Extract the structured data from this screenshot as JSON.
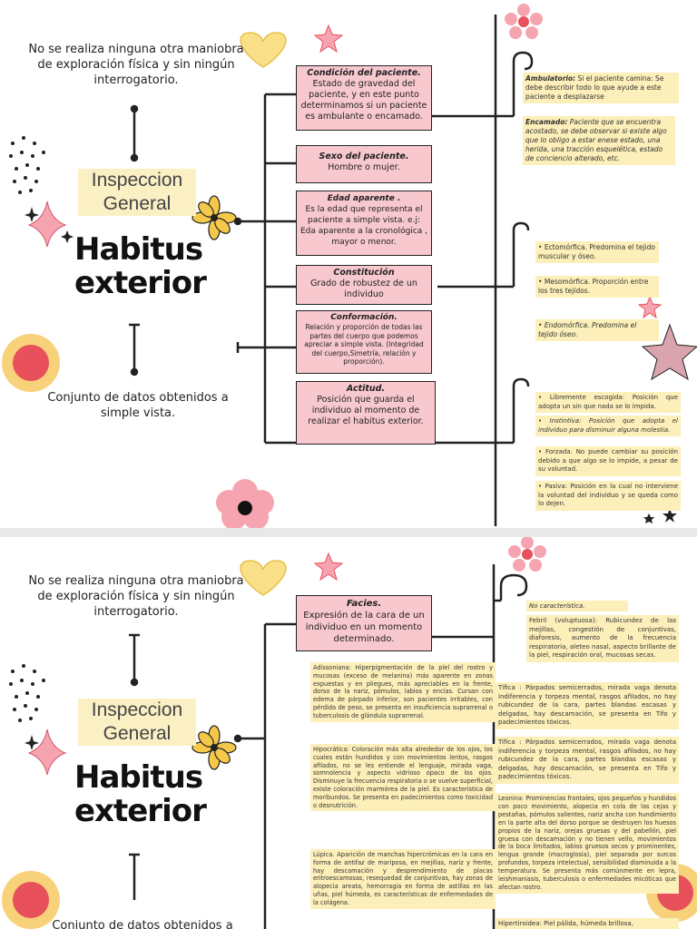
{
  "left": {
    "intro": "No se realiza ninguna otra maniobra de exploración física y sin ningún interrogatorio.",
    "title_small": "Inspeccion General",
    "title_big_1": "Habitus",
    "title_big_2": "exterior",
    "outro": "Conjunto de datos obtenidos a simple vista."
  },
  "page1": {
    "boxes": [
      {
        "head": "Condición del paciente.",
        "body": "Estado de gravedad del paciente, y en este punto determinamos si un paciente es ambulante o encamado."
      },
      {
        "head": "Sexo del paciente.",
        "body": "Hombre o mujer."
      },
      {
        "head": "Edad aparente .",
        "body": "Es la edad que representa el paciente a simple vista. e.j: Eda aparente a la cronológica , mayor o menor."
      },
      {
        "head": "Constitución",
        "body": "Grado de robustez de un individuo"
      },
      {
        "head": "Conformación.",
        "body": "Relación y proporción de todas las partes del cuerpo que podemos apreciar a simple vista. (Integridad del cuerpo,Simetría, relación y proporción)."
      },
      {
        "head": "Actitud.",
        "body": "Posición que guarda el individuo al momento de realizar el habitus exterior."
      }
    ],
    "notes_condicion": [
      {
        "label": "Ambulatorio:",
        "text": " Si el paciente camina: Se debe describir todo lo que ayude a este paciente a desplazarse"
      },
      {
        "label": "Encamado:",
        "text": " Paciente que se encuentra acostado, se debe observar si existe algo que lo obligo a estar enese estado, una herida, una tracción esquelética, estado de conciencio alterado, etc."
      }
    ],
    "notes_constitucion": [
      "Ectomórfica. Predomina el tejido muscular y óseo.",
      "Mesomórfica. Proporción entre los tres tejidos.",
      "Endomórfica. Predomina el tejido óseo."
    ],
    "notes_actitud": [
      "Libremente escogida: Posición que adopta un sin que nada se lo impida.",
      "Instintiva: Posición que adopta el individuo para disminuir alguna molestia.",
      "Forzada. No puede cambiar su posición debido a que algo se lo impide, a pesar de su voluntad.",
      "Pasiva: Posición en la cual no interviene la voluntad del individuo y se queda como lo dejen."
    ]
  },
  "page2": {
    "box": {
      "head": "Facies.",
      "body": "Expresión de la cara de un individuo en un momento determinado."
    },
    "left_notes": [
      "Adissoniana: Hiperpigmentación de la piel del rostro y mucosas (exceso de melanina) más aparente en zonas expuestas y en pliegues, más apreciables en la frente, dorso de la nariz, pómulos, labios y encías. Cursan con edema de párpado inferior, son pacientes irritables, con pérdida de peso, se presenta en insuficiencia suprarrenal o tuberculosis de glándula suprarrenal.",
      "Hipocrática: Coloración más alta alrededor de los ojos, los cuales están hundidos y con movimientos lentos, rasgos afilados, no se les entiende el lenguaje, mirada vaga, somnolencia y aspecto vidrioso opaco de los ojos. Disminuye la frecuencia respiratoria o se vuelve superficial, existe coloración marmórea de la piel. Es característica de moribundos. Se presenta en padecimientos como toxicidad o desnutrición.",
      "Lúpica. Aparición de manchas hipercrómicas en la cara en forma de antifaz de mariposa, en mejillas, nariz y frente, hay descamación y desprendimiento de placas eritroescamosas, resequedad de conjuntivas, hay zonas de alopecia areata, hemorragia en forma de astillas en las uñas, piel húmeda, es características de enfermedades de la colágena."
    ],
    "right_notes": [
      "No característica.",
      "Febril (voluptuosa): Rubicundez de las mejillas, congestión de conjuntivas, diaforesis, aumento de la frecuencia respiratoria, aleteo nasal, aspecto brillante de la piel, respiración oral, mucosas secas.",
      "Tífica : Párpados semicerrados, mirada vaga denota indiferencia y torpeza mental, rasgos afilados, no hay rubicundez de la cara, partes blandas escasas y delgadas, hay descamación, se presenta en Tifo y padecimientos tóxicos.",
      "Tifica : Párpados semicerrados, mirada vaga denota indiferencia y torpeza mental, rasgos afilados, no hay rubicundez de la cara, partes blandas escasas y delgadas, hay descamación, se presenta en Tifo y padecimientos tóxicos.",
      "Leonina: Prominencias frontales, ojos pequeños y hundidos con poco movimiento, alopecia en cola de las cejas y pestañas, pómulos salientes, nariz ancha con hundimiento en la parte alta del dorso porque se destruyen los huesos propios de la nariz, orejas gruesas y del pabellón, piel gruesa con descamación y no tienen vello, movimientos de la boca limitados, labios gruesos secos y prominentes, lengua grande (macroglosia), piel separada por surcos profundos, torpeza intelectual, sensibilidad disminuida a la temperatura. Se presenta más comúnmente en lepra, leishmaniasis, tuberculosis o enfermedades micóticas que afectan rostro.",
      "Hipertiroidea: Piel pálida, húmeda brillosa,"
    ]
  },
  "colors": {
    "pink": "#f8c8cf",
    "yellow": "#fcefb9",
    "title_bg": "#fbefc4",
    "accent_red": "#e8505b",
    "sun_yellow": "#f4c84a"
  }
}
